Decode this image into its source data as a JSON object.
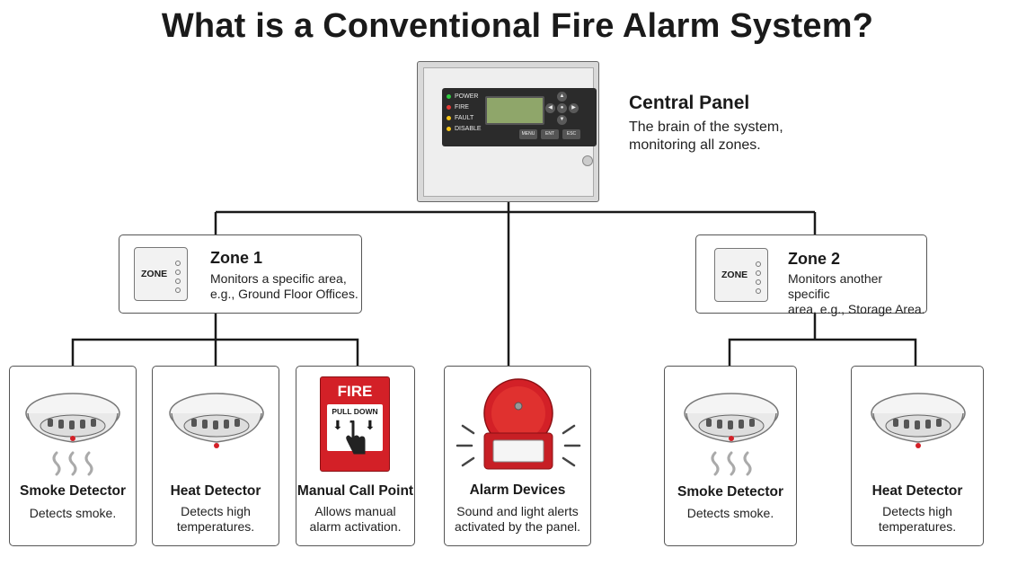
{
  "title": "What is a Conventional Fire Alarm System?",
  "panel": {
    "heading": "Central Panel",
    "description_line1": "The brain of the system,",
    "description_line2": "monitoring all zones.",
    "leds": [
      {
        "label": "POWER",
        "color": "#2ecc40"
      },
      {
        "label": "FIRE",
        "color": "#e53935"
      },
      {
        "label": "FAULT",
        "color": "#f5c518"
      },
      {
        "label": "DISABLE",
        "color": "#f5c518"
      }
    ],
    "buttons": [
      "MENU",
      "ENT",
      "ESC"
    ]
  },
  "zones": [
    {
      "module_label": "ZONE",
      "heading": "Zone 1",
      "line1": "Monitors a specific area,",
      "line2": "e.g., Ground Floor Offices."
    },
    {
      "module_label": "ZONE",
      "heading": "Zone 2",
      "line1": "Monitors another specific",
      "line2": "area, e.g., Storage Area."
    }
  ],
  "devices": {
    "smoke1": {
      "name": "Smoke Detector",
      "line1": "Detects smoke.",
      "line2": ""
    },
    "heat1": {
      "name": "Heat Detector",
      "line1": "Detects high",
      "line2": "temperatures."
    },
    "mcp": {
      "name": "Manual Call Point",
      "line1": "Allows manual",
      "line2": "alarm activation.",
      "fire_text": "FIRE",
      "pull_text": "PULL DOWN"
    },
    "alarm": {
      "name": "Alarm Devices",
      "line1": "Sound and light alerts",
      "line2": "activated by the panel."
    },
    "smoke2": {
      "name": "Smoke Detector",
      "line1": "Detects smoke.",
      "line2": ""
    },
    "heat2": {
      "name": "Heat Detector",
      "line1": "Detects high",
      "line2": "temperatures."
    }
  },
  "colors": {
    "accent_red": "#d32027",
    "wire": "#1a1a1a",
    "lcd": "#8fa66a"
  }
}
